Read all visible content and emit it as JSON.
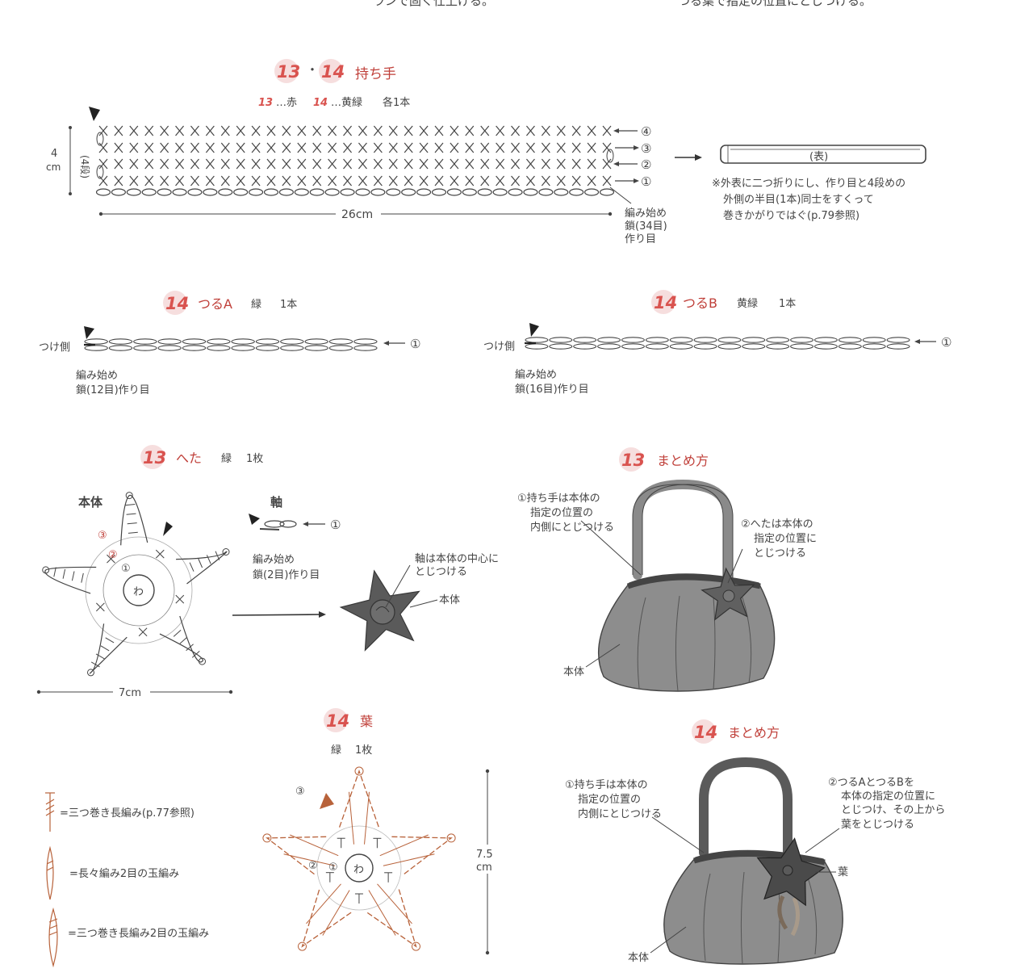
{
  "top_fragments": {
    "left": "ランで固く仕上げる。",
    "right": "つる葉で指定の位置にとじつける。"
  },
  "handle": {
    "num1": "13",
    "dot": "・",
    "num2": "14",
    "title": "持ち手",
    "subtitle": {
      "n13": "13",
      "c13": "…赤",
      "n14": "14",
      "c14": "…黄緑",
      "qty": "各1本"
    },
    "height_value": "4",
    "height_unit": "cm",
    "rows": "(4段)",
    "row_labels": [
      "④",
      "③",
      "②",
      "①"
    ],
    "width": "26cm",
    "start": [
      "編み始め",
      "鎖(34目)",
      "作り目"
    ],
    "folded_label": "(表)",
    "note": [
      "※外表に二つ折りにし、作り目と4段めの",
      "外側の半目(1本)同士をすくって",
      "巻きかがりではぐ(p.79参照)"
    ]
  },
  "vine_a": {
    "num": "14",
    "title": "つるA",
    "color": "緑",
    "qty": "1本",
    "side": "つけ側",
    "row": "①",
    "start": [
      "編み始め",
      "鎖(12目)作り目"
    ]
  },
  "vine_b": {
    "num": "14",
    "title": "つるB",
    "color": "黄緑",
    "qty": "1本",
    "side": "つけ側",
    "row": "①",
    "start": [
      "編み始め",
      "鎖(16目)作り目"
    ]
  },
  "calyx": {
    "num": "13",
    "title": "へた",
    "color": "緑",
    "qty": "1枚",
    "body_label": "本体",
    "ring": "わ",
    "row_labels": [
      "③",
      "②",
      "①"
    ],
    "width": "7cm",
    "stem_title": "軸",
    "stem_row": "①",
    "stem_start": [
      "編み始め",
      "鎖(2目)作り目"
    ],
    "attach_note": [
      "軸は本体の中心に",
      "とじつける"
    ],
    "body_pointer": "本体"
  },
  "assembly13": {
    "num": "13",
    "title": "まとめ方",
    "note1": [
      "①持ち手は本体の",
      "指定の位置の",
      "内側にとじつける"
    ],
    "note2": [
      "②へたは本体の",
      "指定の位置に",
      "とじつける"
    ],
    "body": "本体"
  },
  "leaf": {
    "num": "14",
    "title": "葉",
    "color": "緑",
    "qty": "1枚",
    "ring": "わ",
    "row_labels": [
      "③",
      "②",
      "①"
    ],
    "height_value": "7.5",
    "height_unit": "cm",
    "legend": [
      "=三つ巻き長編み(p.77参照)",
      "=長々編み2目の玉編み",
      "=三つ巻き長編み2目の玉編み"
    ]
  },
  "assembly14": {
    "num": "14",
    "title": "まとめ方",
    "note1": [
      "①持ち手は本体の",
      "指定の位置の",
      "内側にとじつける"
    ],
    "note2": [
      "②つるAとつるBを",
      "本体の指定の位置に",
      "とじつけ、その上から",
      "葉をとじつける"
    ],
    "leaf": "葉",
    "body": "本体"
  },
  "colors": {
    "ink": "#444444",
    "accent": "#d9534f",
    "bag_fill": "#8a8a8a",
    "bag_dark": "#5a5a5a",
    "orange": "#b8623a"
  }
}
